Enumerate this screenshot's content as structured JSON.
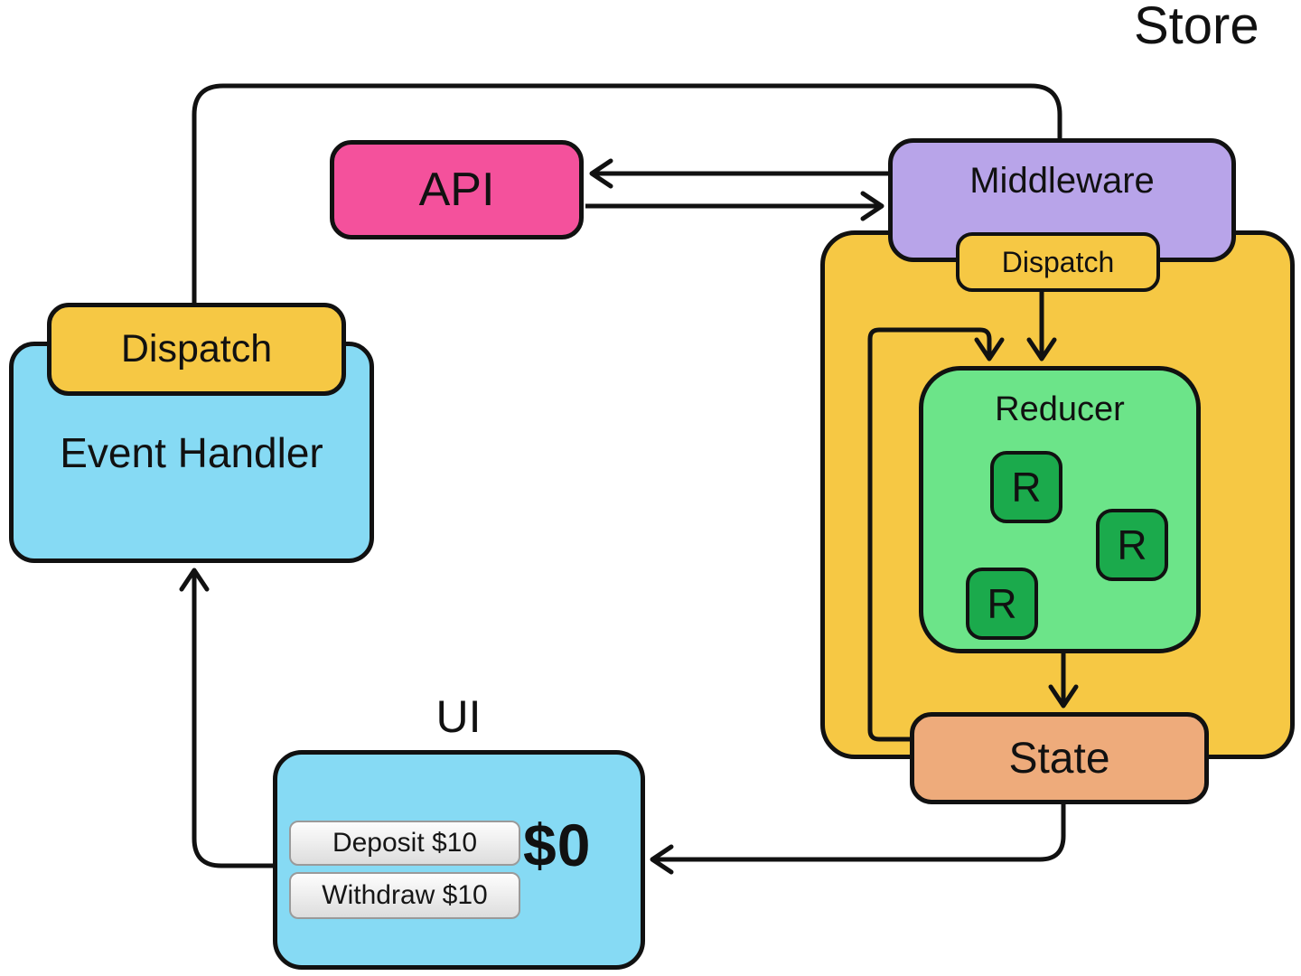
{
  "diagram": {
    "api": {
      "label": "API"
    },
    "middleware": {
      "label": "Middleware"
    },
    "store": {
      "label": "Store",
      "dispatch_label": "Dispatch",
      "reducer": {
        "label": "Reducer",
        "r_labels": [
          "R",
          "R",
          "R"
        ]
      },
      "state_label": "State"
    },
    "event_handler": {
      "label": "Event Handler",
      "dispatch_label": "Dispatch"
    },
    "ui": {
      "title": "UI",
      "buttons": [
        {
          "label": "Deposit $10"
        },
        {
          "label": "Withdraw $10"
        }
      ],
      "balance": "$0"
    }
  },
  "colors": {
    "line": "#111111",
    "yellow": "#f6c844",
    "purple": "#b8a4e9",
    "pink": "#f4519c",
    "blue": "#86daf4",
    "green-light": "#6ce489",
    "green-dark": "#1baa4c",
    "orange": "#eeab7b"
  }
}
